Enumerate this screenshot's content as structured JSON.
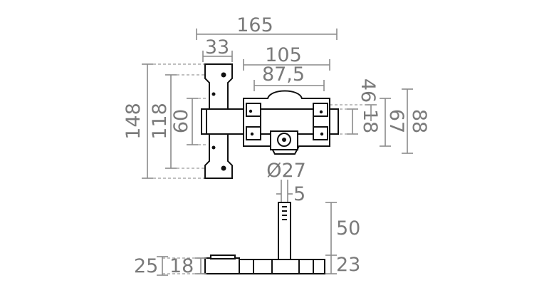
{
  "drawing": {
    "top_view": {
      "overall_width": "165",
      "plate_width": "33",
      "bolt_body_length": "105",
      "bolt_inner_length": "87,5",
      "plate_height": "148",
      "plate_hole_span": "118",
      "bar_height": "60",
      "body_top_offset": "46",
      "bolt_height": "18",
      "body_height": "67",
      "overall_height": "88"
    },
    "cylinder_diameter": "Ø27",
    "bottom_view": {
      "key_width": "5",
      "key_length": "50",
      "total_depth": "25",
      "plate_depth": "18",
      "body_depth": "23"
    }
  }
}
